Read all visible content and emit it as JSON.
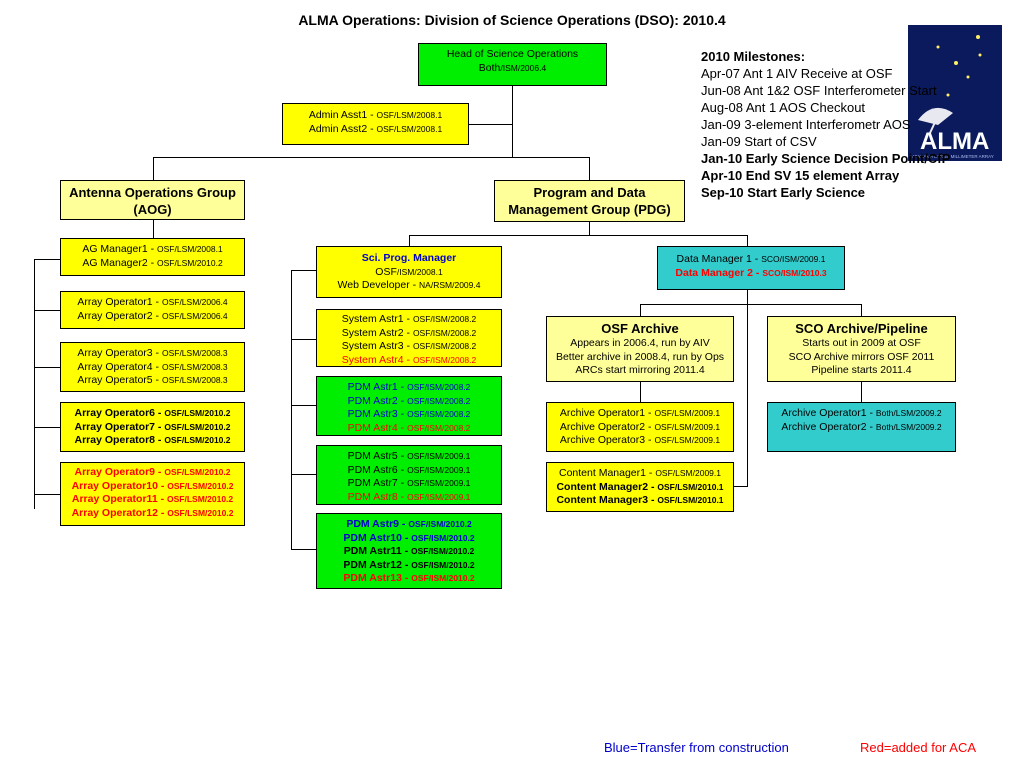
{
  "title": "ALMA Operations: Division of Science Operations (DSO): 2010.4",
  "head": {
    "line1": "Head of Science Operations",
    "name": "Both",
    "code": "/ISM/2006.4"
  },
  "admin": [
    {
      "name": "Admin Asst1 - ",
      "code": "OSF/LSM/2008.1"
    },
    {
      "name": "Admin Asst2 - ",
      "code": "OSF/LSM/2008.1"
    }
  ],
  "aog": {
    "title": "Antenna Operations Group (AOG)"
  },
  "pdg": {
    "title": "Program and Data Management Group (PDG)"
  },
  "ag_managers": [
    {
      "name": "AG Manager1 - ",
      "code": "OSF/LSM/2008.1"
    },
    {
      "name": "AG Manager2 - ",
      "code": "OSF/LSM/2010.2"
    }
  ],
  "array_ops_1": [
    {
      "name": "Array Operator1 - ",
      "code": "OSF/LSM/2006.4"
    },
    {
      "name": "Array Operator2 - ",
      "code": "OSF/LSM/2006.4"
    }
  ],
  "array_ops_2": [
    {
      "name": "Array Operator3 - ",
      "code": "OSF/LSM/2008.3"
    },
    {
      "name": "Array Operator4 - ",
      "code": "OSF/LSM/2008.3"
    },
    {
      "name": "Array Operator5 - ",
      "code": "OSF/LSM/2008.3"
    }
  ],
  "array_ops_3": [
    {
      "name": "Array Operator6 - ",
      "code": "OSF/LSM/2010.2"
    },
    {
      "name": "Array Operator7 - ",
      "code": "OSF/LSM/2010.2"
    },
    {
      "name": "Array Operator8 - ",
      "code": "OSF/LSM/2010.2"
    }
  ],
  "array_ops_4": [
    {
      "name": "Array Operator9 - ",
      "code": "OSF/LSM/2010.2"
    },
    {
      "name": "Array Operator10 - ",
      "code": "OSF/LSM/2010.2"
    },
    {
      "name": "Array Operator11 - ",
      "code": "OSF/LSM/2010.2"
    },
    {
      "name": "Array Operator12 - ",
      "code": "OSF/LSM/2010.2"
    }
  ],
  "sci_prog": {
    "title": "Sci. Prog. Manager",
    "l2_name": "OSF",
    "l2_code": "/ISM/2008.1",
    "l3_name": "Web Developer - ",
    "l3_code": "NA/RSM/2009.4"
  },
  "sys_astr": [
    {
      "name": "System Astr1 - ",
      "code": "OSF/ISM/2008.2"
    },
    {
      "name": "System Astr2 - ",
      "code": "OSF/ISM/2008.2"
    },
    {
      "name": "System Astr3 - ",
      "code": "OSF/ISM/2008.2"
    },
    {
      "name": "System Astr4 - ",
      "code": "OSF/ISM/2008.2"
    }
  ],
  "pdm_1": [
    {
      "name": "PDM Astr1 - ",
      "code": "OSF/ISM/2008.2"
    },
    {
      "name": "PDM Astr2 - ",
      "code": "OSF/ISM/2008.2"
    },
    {
      "name": "PDM Astr3 - ",
      "code": "OSF/ISM/2008.2"
    },
    {
      "name": "PDM Astr4 - ",
      "code": "OSF/ISM/2008.2"
    }
  ],
  "pdm_2": [
    {
      "name": "PDM Astr5 - ",
      "code": "OSF/ISM/2009.1"
    },
    {
      "name": "PDM Astr6 - ",
      "code": "OSF/ISM/2009.1"
    },
    {
      "name": "PDM Astr7 - ",
      "code": "OSF/ISM/2009.1"
    },
    {
      "name": "PDM Astr8 - ",
      "code": "OSF/ISM/2009.1"
    }
  ],
  "pdm_3": [
    {
      "name": "PDM Astr9 - ",
      "code": "OSF/ISM/2010.2"
    },
    {
      "name": "PDM Astr10 - ",
      "code": "OSF/ISM/2010.2"
    },
    {
      "name": "PDM Astr11 - ",
      "code": "OSF/ISM/2010.2"
    },
    {
      "name": "PDM Astr12 - ",
      "code": "OSF/ISM/2010.2"
    },
    {
      "name": "PDM Astr13 - ",
      "code": "OSF/ISM/2010.2"
    }
  ],
  "data_mgr": [
    {
      "name": "Data Manager 1 - ",
      "code": "SCO/ISM/2009.1"
    },
    {
      "name": "Data Manager 2 - ",
      "code": "SCO/ISM/2010.3"
    }
  ],
  "osf_archive": {
    "title": "OSF Archive",
    "lines": [
      "Appears in 2006.4, run by AIV",
      "Better archive in 2008.4, run by Ops",
      "ARCs start mirroring 2011.4"
    ]
  },
  "sco_archive": {
    "title": "SCO Archive/Pipeline",
    "lines": [
      "Starts out in 2009 at OSF",
      "SCO Archive mirrors OSF 2011",
      "Pipeline starts 2011.4"
    ]
  },
  "archive_ops_osf": [
    {
      "name": "Archive Operator1 - ",
      "code": "OSF/LSM/2009.1"
    },
    {
      "name": "Archive Operator2 - ",
      "code": "OSF/LSM/2009.1"
    },
    {
      "name": "Archive Operator3 - ",
      "code": "OSF/LSM/2009.1"
    }
  ],
  "archive_ops_sco": [
    {
      "name": "Archive Operator1 - ",
      "code": "Both/LSM/2009.2"
    },
    {
      "name": "Archive Operator2 - ",
      "code": "Both/LSM/2009.2"
    }
  ],
  "content_mgr": [
    {
      "name": "Content Manager1 - ",
      "code": "OSF/LSM/2009.1"
    },
    {
      "name": "Content Manager2 - ",
      "code": "OSF/LSM/2010.1"
    },
    {
      "name": "Content Manager3 - ",
      "code": "OSF/LSM/2010.1"
    }
  ],
  "milestones": {
    "heading": "2010 Milestones:",
    "items": [
      "Apr-07 Ant 1 AIV Receive at OSF",
      "Jun-08 Ant 1&2 OSF Interferometer Start",
      "Aug-08 Ant 1 AOS Checkout",
      "Jan-09 3-element Interferometr AOS",
      "Jan-09 Start of CSV",
      "Jan-10 Early Science Decision Point/CfP",
      "Apr-10 End SV 15 element Array",
      "Sep-10 Start Early Science"
    ]
  },
  "logo": {
    "text": "ALMA",
    "subtext": "ATACAMA LARGE MILLIMETER ARRAY"
  },
  "legend": {
    "blue": "Blue=Transfer from construction",
    "red": "Red=added for ACA"
  },
  "colors": {
    "yellow": "#ffff00",
    "light_yellow": "#ffff99",
    "green": "#00ee00",
    "cyan": "#33cccc",
    "red": "#ff0000",
    "blue": "#0000cc"
  }
}
